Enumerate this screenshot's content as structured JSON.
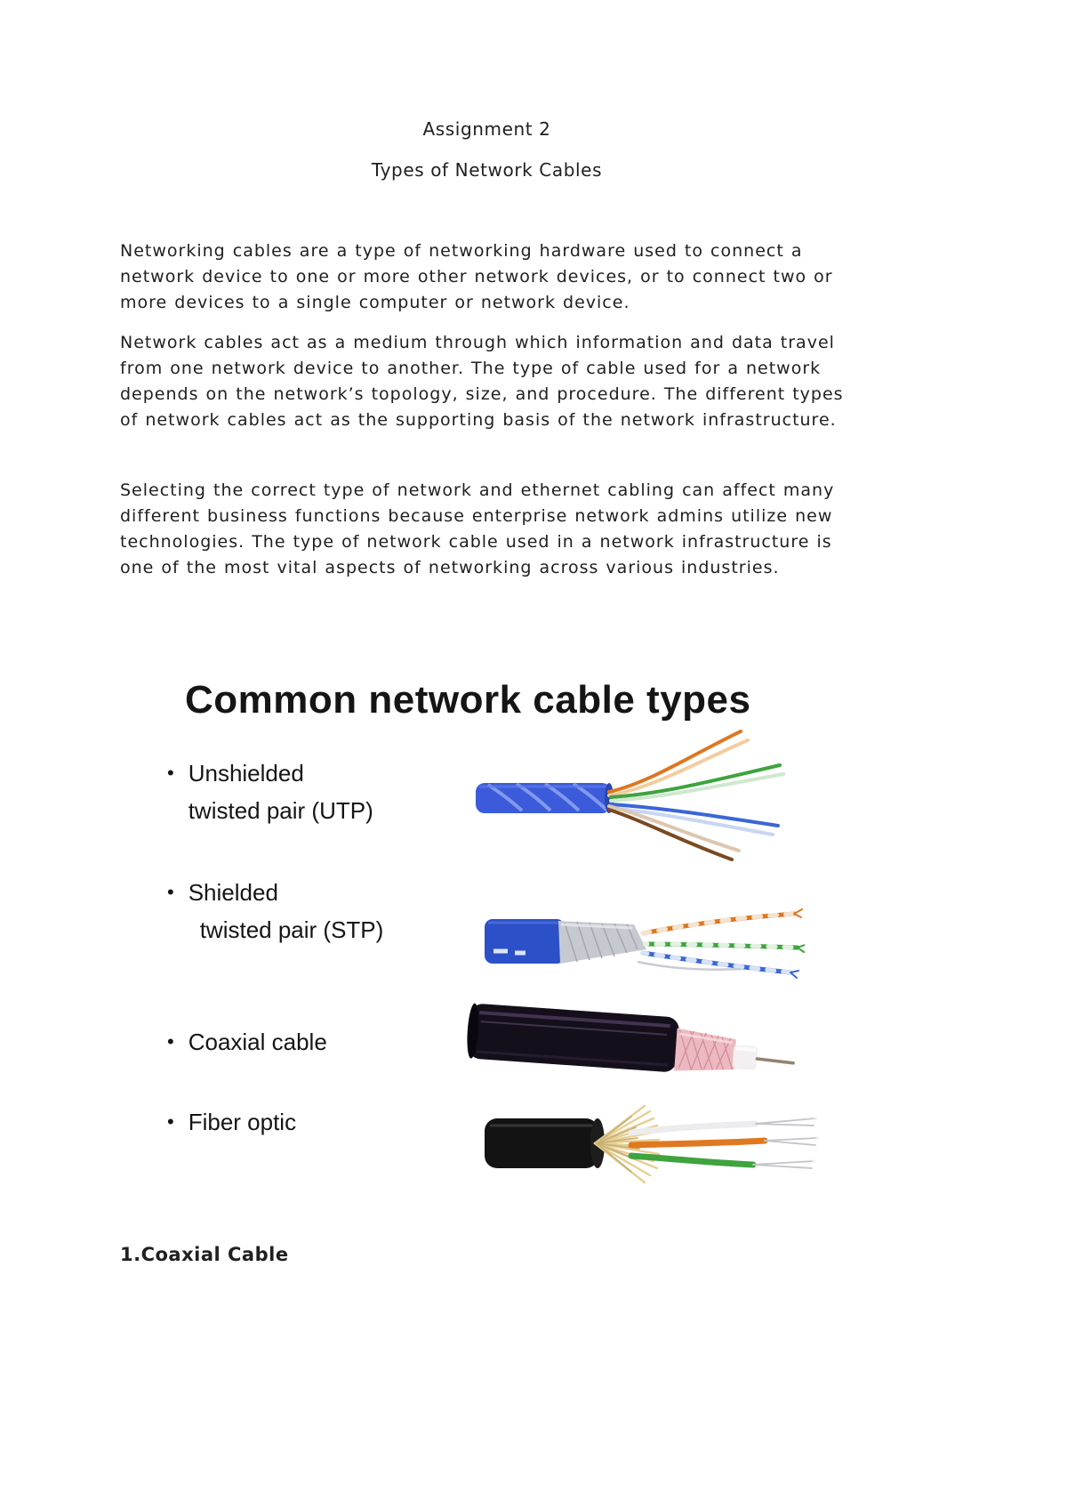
{
  "doc": {
    "title": "Assignment 2",
    "subtitle": "Types of Network Cables",
    "paragraphs": [
      "Networking cables are a type of networking hardware used to connect a network device to one or more other network devices, or to connect two or more devices to a single computer or network device.",
      "Network cables act as a medium through which information and data travel from one network device to another. The type of cable used for a network depends on the network’s topology, size, and procedure. The different types of network cables act as the supporting basis of the network infrastructure.",
      "Selecting the correct type of network and ethernet cabling can affect many different business functions because enterprise network admins utilize new technologies. The type of network cable used in a network infrastructure is one of the most vital aspects of networking across various industries."
    ],
    "section_heading": "1.Coaxial Cable"
  },
  "figure": {
    "title": "Common network cable types",
    "bullet_char": "•",
    "bullets": [
      {
        "line1": "Unshielded",
        "line2": "twisted pair (UTP)"
      },
      {
        "line1": "Shielded",
        "line2": "twisted pair (STP)"
      },
      {
        "line1": "Coaxial cable",
        "line2": ""
      },
      {
        "line1": "Fiber optic",
        "line2": ""
      }
    ],
    "image_colors": {
      "utp_jacket_blue": "#3B5BDB",
      "stp_jacket_blue": "#2B50C8",
      "stp_foil_silver": "#C6C9D0",
      "coax_jacket_black": "#150F1B",
      "coax_braid_pink": "#EDB9C1",
      "fiber_jacket_black": "#131313",
      "fiber_aramid_cream": "#E6CF92",
      "wire_orange": "#DD7721",
      "wire_green": "#3FA33F",
      "wire_blue": "#3A66D6",
      "wire_brown": "#7A4A22"
    }
  }
}
